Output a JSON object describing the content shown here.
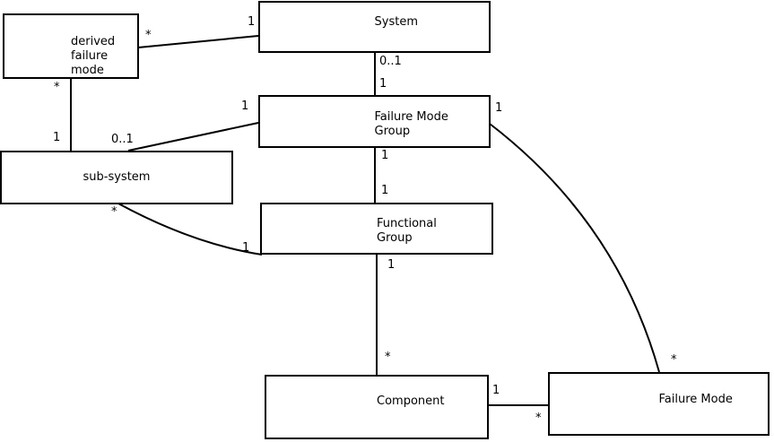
{
  "diagram": {
    "background_color": "#ffffff",
    "line_color": "#000000",
    "entities": [
      {
        "id": "derived-failure-mode",
        "label": "derived\nfailure\nmode"
      },
      {
        "id": "system",
        "label": "System"
      },
      {
        "id": "failure-mode-group",
        "label": "Failure Mode\nGroup"
      },
      {
        "id": "sub-system",
        "label": "sub-system"
      },
      {
        "id": "functional-group",
        "label": "Functional\nGroup"
      },
      {
        "id": "component",
        "label": "Component"
      },
      {
        "id": "failure-mode",
        "label": "Failure Mode"
      }
    ],
    "relations": [
      {
        "from": "System",
        "to": "derived failure mode",
        "from_mult": "1",
        "to_mult": "*"
      },
      {
        "from": "System",
        "to": "Failure Mode Group",
        "from_mult": "0..1",
        "to_mult": "1"
      },
      {
        "from": "derived failure mode",
        "to": "sub-system",
        "from_mult": "*",
        "to_mult": "1"
      },
      {
        "from": "Failure Mode Group",
        "to": "sub-system",
        "from_mult": "1",
        "to_mult": "0..1"
      },
      {
        "from": "Failure Mode Group",
        "to": "Functional Group",
        "from_mult": "1",
        "to_mult": "1"
      },
      {
        "from": "sub-system",
        "to": "Functional Group",
        "from_mult": "*",
        "to_mult": "1"
      },
      {
        "from": "Functional Group",
        "to": "Component",
        "from_mult": "1",
        "to_mult": "*"
      },
      {
        "from": "Component",
        "to": "Failure Mode",
        "from_mult": "1",
        "to_mult": "*"
      },
      {
        "from": "Failure Mode Group",
        "to": "Failure Mode",
        "from_mult": "1",
        "to_mult": "*"
      }
    ]
  }
}
